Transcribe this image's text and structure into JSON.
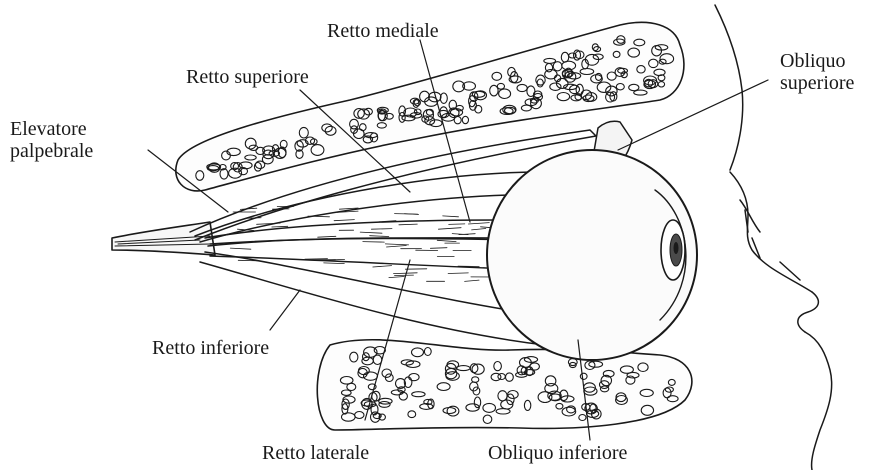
{
  "labels": {
    "retto_mediale": "Retto mediale",
    "retto_superiore": "Retto superiore",
    "obliquo_superiore": [
      "Obliquo",
      "superiore"
    ],
    "elevatore_palpebrale": [
      "Elevatore",
      "palpebrale"
    ],
    "retto_inferiore": "Retto inferiore",
    "retto_laterale": "Retto laterale",
    "obliquo_inferiore": "Obliquo inferiore"
  },
  "colors": {
    "ink": "#1a1a1a",
    "paper": "#ffffff"
  }
}
